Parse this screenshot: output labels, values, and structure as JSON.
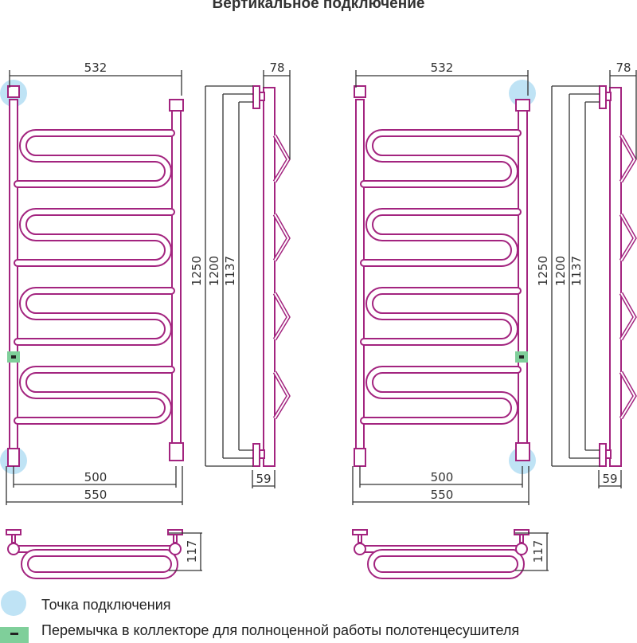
{
  "title": "Вертикальное подключение",
  "colors": {
    "pipe": "#a3247f",
    "connection": "#bfe3f5",
    "jumper": "#7fcf9a",
    "dim": "#333333"
  },
  "diagrams": [
    {
      "side": "left",
      "width_top": "532",
      "depth": "78",
      "h1": "1250",
      "h2": "1200",
      "h3": "1137",
      "offset": "59",
      "axis": "500",
      "width_total": "550",
      "top_depth": "117"
    },
    {
      "side": "right",
      "width_top": "532",
      "depth": "78",
      "h1": "1250",
      "h2": "1200",
      "h3": "1137",
      "offset": "59",
      "axis": "500",
      "width_total": "550",
      "top_depth": "117"
    }
  ],
  "legend": [
    {
      "icon": "connection-point-icon",
      "label": "Точка подключения"
    },
    {
      "icon": "jumper-icon",
      "label": "Перемычка в коллекторе для полноценной работы полотенцесушителя"
    }
  ]
}
